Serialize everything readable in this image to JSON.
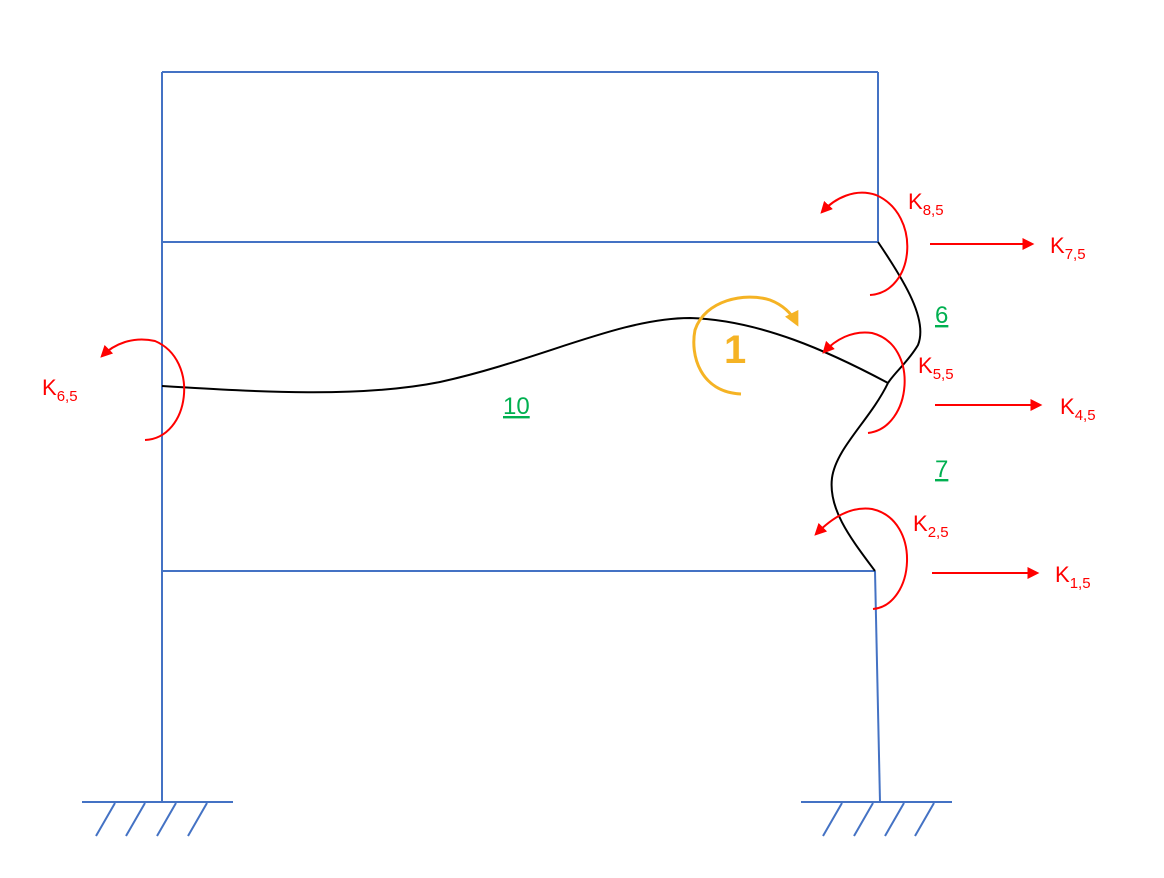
{
  "colors": {
    "frame": "#4472c4",
    "deformed": "#000000",
    "stiffness": "#ff0000",
    "member_label": "#00b050",
    "load": "#f5b324"
  },
  "stiffness_labels": [
    {
      "id": "k85",
      "main": "K",
      "sub": "8,5",
      "type": "rotation"
    },
    {
      "id": "k75",
      "main": "K",
      "sub": "7,5",
      "type": "translation"
    },
    {
      "id": "k55",
      "main": "K",
      "sub": "5,5",
      "type": "rotation"
    },
    {
      "id": "k45",
      "main": "K",
      "sub": "4,5",
      "type": "translation"
    },
    {
      "id": "k65",
      "main": "K",
      "sub": "6,5",
      "type": "rotation"
    },
    {
      "id": "k25",
      "main": "K",
      "sub": "2,5",
      "type": "rotation"
    },
    {
      "id": "k15",
      "main": "K",
      "sub": "1,5",
      "type": "translation"
    }
  ],
  "member_labels": {
    "m6": "6",
    "m7": "7",
    "m10": "10"
  },
  "applied_load": {
    "label": "1",
    "type": "unit rotation"
  }
}
